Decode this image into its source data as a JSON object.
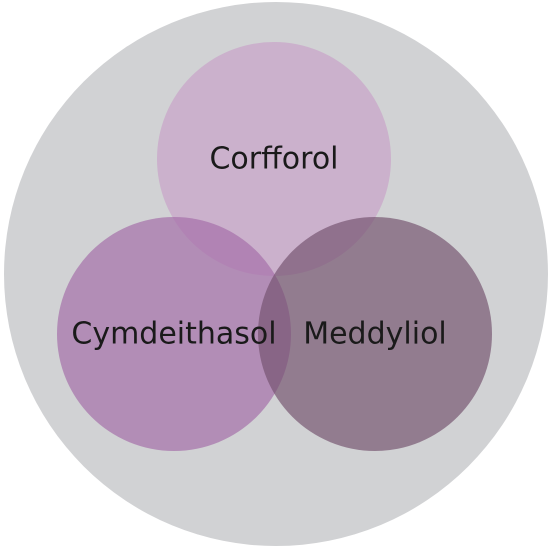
{
  "diagram": {
    "background_color": "#d1d2d4",
    "circles": [
      {
        "id": "corfforol",
        "label": "Corfforol",
        "color": "#c9a3c9"
      },
      {
        "id": "cymdeithasol",
        "label": "Cymdeithasol",
        "color": "#b587b8"
      },
      {
        "id": "meddyliol",
        "label": "Meddyliol",
        "color": "#8d6a8e"
      }
    ]
  }
}
